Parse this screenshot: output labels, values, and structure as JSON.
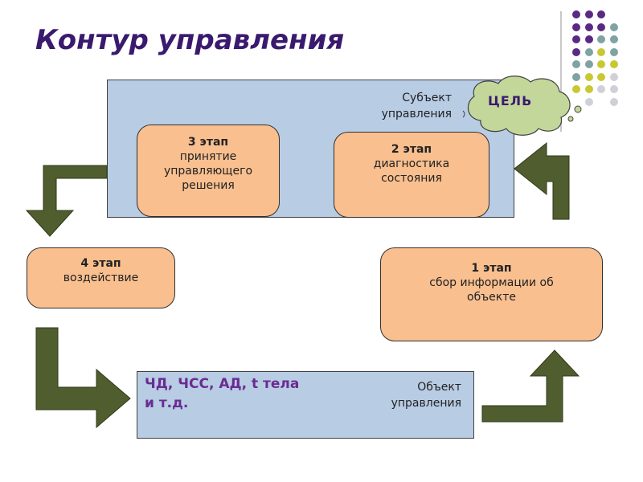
{
  "title": "Контур управления",
  "subject": {
    "line1": "Субъект",
    "line2": "управления"
  },
  "goal": "ЦЕЛЬ",
  "stages": [
    {
      "num": "1 этап",
      "line1": "сбор информации об",
      "line2": "объекте"
    },
    {
      "num": "2 этап",
      "line1": "диагностика",
      "line2": "состояния"
    },
    {
      "num": "3 этап",
      "line1": "принятие",
      "line2": "управляющего",
      "line3": "решения"
    },
    {
      "num": "4 этап",
      "line1": "воздействие"
    }
  ],
  "object": {
    "params_line1": "ЧД, ЧСС, АД, t тела",
    "params_line2": "и т.д.",
    "line1": "Объект",
    "line2": "управления"
  },
  "colors": {
    "panel": "#b8cce4",
    "stage": "#f9bf8f",
    "arrow": "#4f5d2f",
    "bubble": "#c4d79b",
    "title": "#3a1a6e",
    "dot_purple": "#5a2a82",
    "dot_teal": "#7fa3a3",
    "dot_olive": "#c8c832",
    "dot_gray": "#d0d0d8"
  },
  "icons": [
    "cloud-bubble",
    "bent-arrow"
  ]
}
